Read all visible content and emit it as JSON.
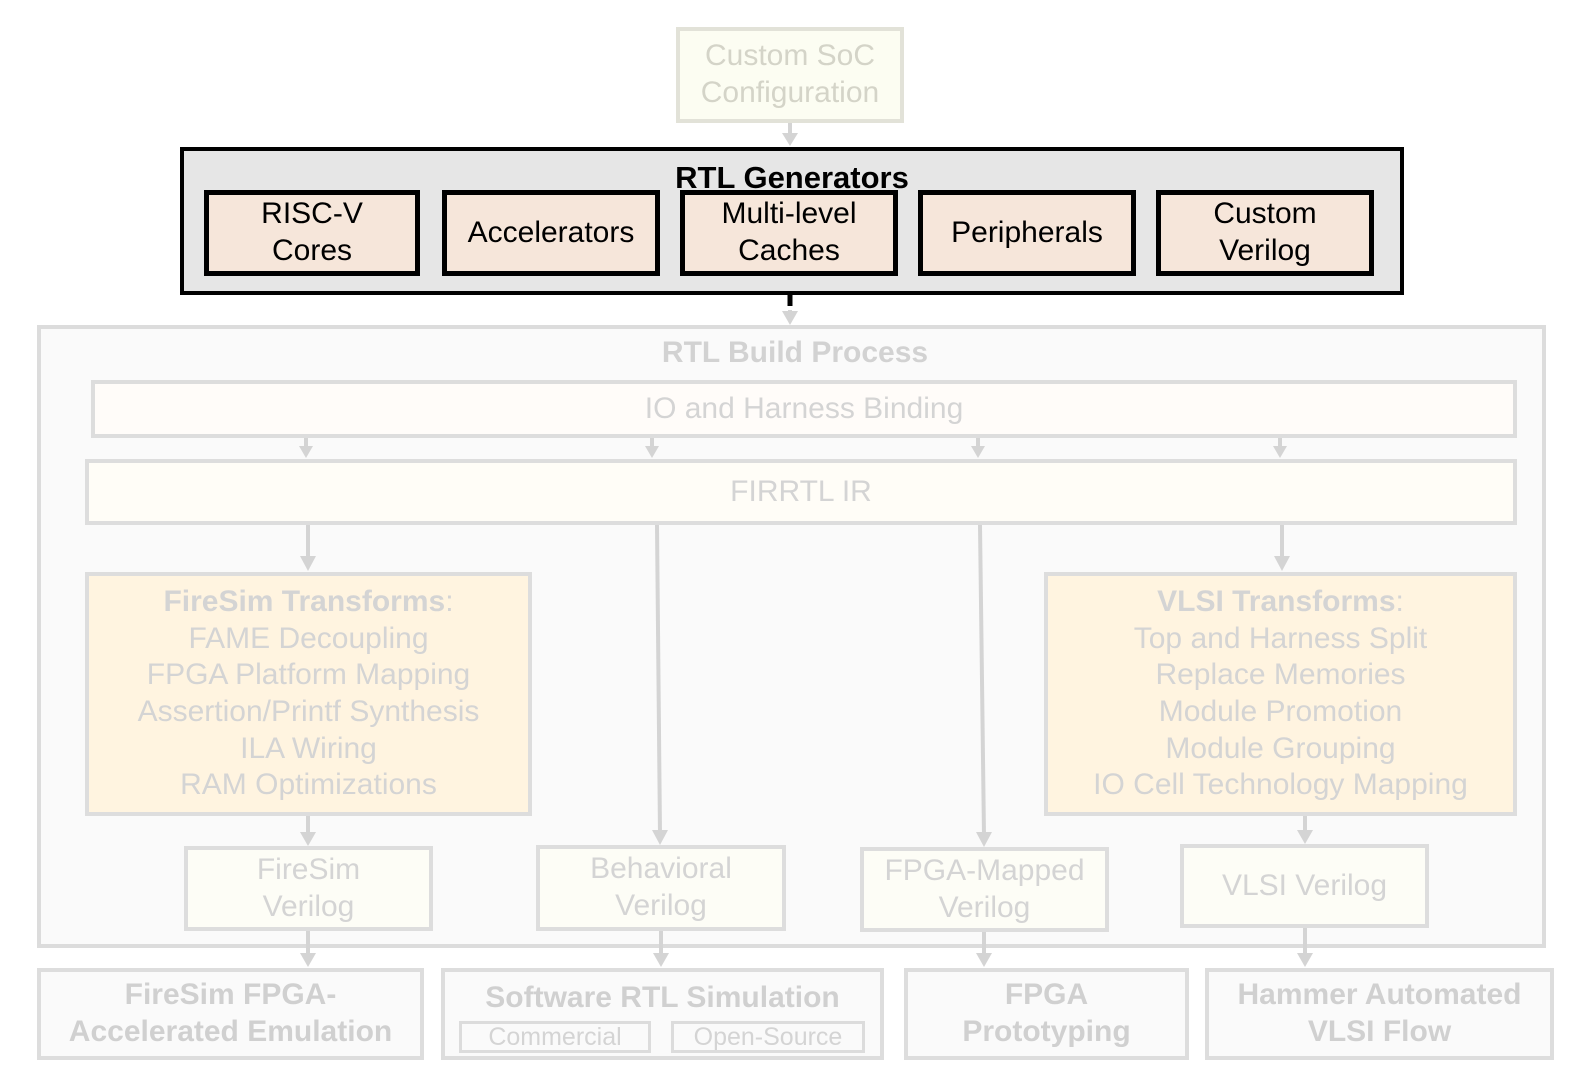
{
  "custom_soc": {
    "line1": "Custom SoC",
    "line2": "Configuration"
  },
  "rtl_generators": {
    "title": "RTL Generators",
    "items": [
      {
        "line1": "RISC-V",
        "line2": "Cores"
      },
      {
        "line1": "Accelerators",
        "line2": ""
      },
      {
        "line1": "Multi-level",
        "line2": "Caches"
      },
      {
        "line1": "Peripherals",
        "line2": ""
      },
      {
        "line1": "Custom",
        "line2": "Verilog"
      }
    ]
  },
  "build_process": {
    "title": "RTL Build Process",
    "io_binding": "IO and Harness Binding",
    "firrtl": "FIRRTL IR",
    "firesim_transforms": {
      "title": "FireSim Transforms",
      "suffix": ":",
      "lines": [
        "FAME Decoupling",
        "FPGA Platform Mapping",
        "Assertion/Printf Synthesis",
        "ILA Wiring",
        "RAM Optimizations"
      ]
    },
    "vlsi_transforms": {
      "title": "VLSI Transforms",
      "suffix": ":",
      "lines": [
        "Top and Harness Split",
        "Replace Memories",
        "Module Promotion",
        "Module Grouping",
        "IO Cell Technology Mapping"
      ]
    },
    "outputs": [
      {
        "line1": "FireSim",
        "line2": "Verilog"
      },
      {
        "line1": "Behavioral",
        "line2": "Verilog"
      },
      {
        "line1": "FPGA-Mapped",
        "line2": "Verilog"
      },
      {
        "line1": "VLSI Verilog",
        "line2": ""
      }
    ]
  },
  "targets": {
    "firesim": {
      "line1": "FireSim FPGA-",
      "line2": "Accelerated Emulation"
    },
    "software_sim": {
      "title": "Software RTL Simulation",
      "commercial": "Commercial",
      "open_source": "Open-Source"
    },
    "fpga": {
      "line1": "FPGA",
      "line2": "Prototyping"
    },
    "hammer": {
      "line1": "Hammer Automated",
      "line2": "VLSI Flow"
    }
  },
  "colors": {
    "generator_fill": "#f6e6da",
    "generator_border": "#000000",
    "faded_border": "#dddddd",
    "faded_text": "#d4d4d4"
  }
}
